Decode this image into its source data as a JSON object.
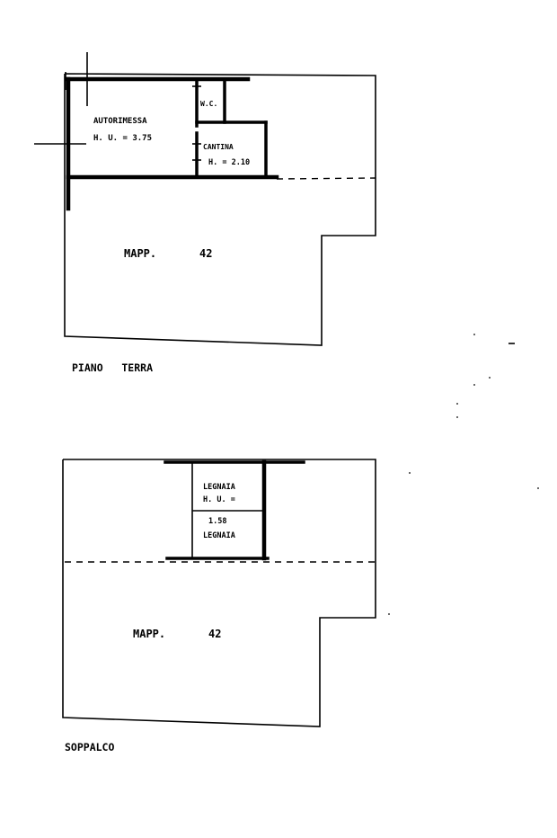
{
  "ground_floor": {
    "title": "PIANO   TERRA",
    "garage_label": "AUTORIMESSA",
    "garage_height": "H. U. = 3.75",
    "wc_label": "W.C.",
    "cellar_label": "CANTINA",
    "cellar_height": "H. = 2.10",
    "parcel_label": "MAPP.",
    "parcel_number": "42"
  },
  "mezzanine": {
    "title": "SOPPALCO",
    "woodshed_label_top": "LEGNAIA",
    "woodshed_height_label": "H. U. =",
    "woodshed_height_value": "1.58",
    "woodshed_label_bottom": "LEGNAIA",
    "parcel_label": "MAPP.",
    "parcel_number": "42"
  }
}
